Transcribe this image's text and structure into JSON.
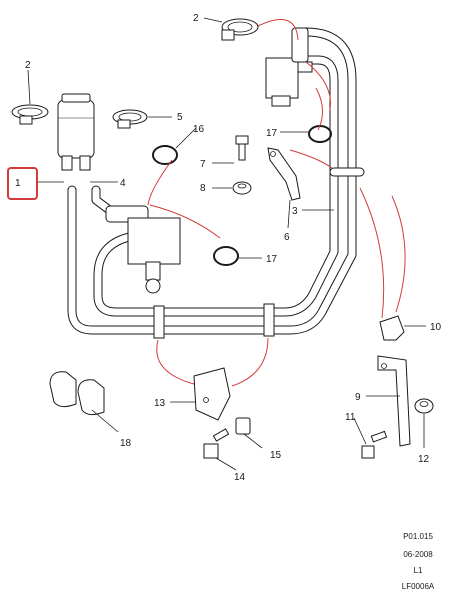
{
  "colors": {
    "line": "#1a1a1a",
    "highlight": "#d43a3a",
    "background": "#ffffff"
  },
  "selected_callout": "1",
  "callouts": {
    "c1": "1",
    "c2a": "2",
    "c2b": "2",
    "c3": "3",
    "c4": "4",
    "c5": "5",
    "c6": "6",
    "c7": "7",
    "c8": "8",
    "c9": "9",
    "c10": "10",
    "c11": "11",
    "c12": "12",
    "c13": "13",
    "c14": "14",
    "c15": "15",
    "c16": "16",
    "c17a": "17",
    "c17b": "17",
    "c18": "18"
  },
  "footer": {
    "ref": "P01.015",
    "date": "06-2008",
    "level": "L1",
    "code": "LF0006A"
  }
}
